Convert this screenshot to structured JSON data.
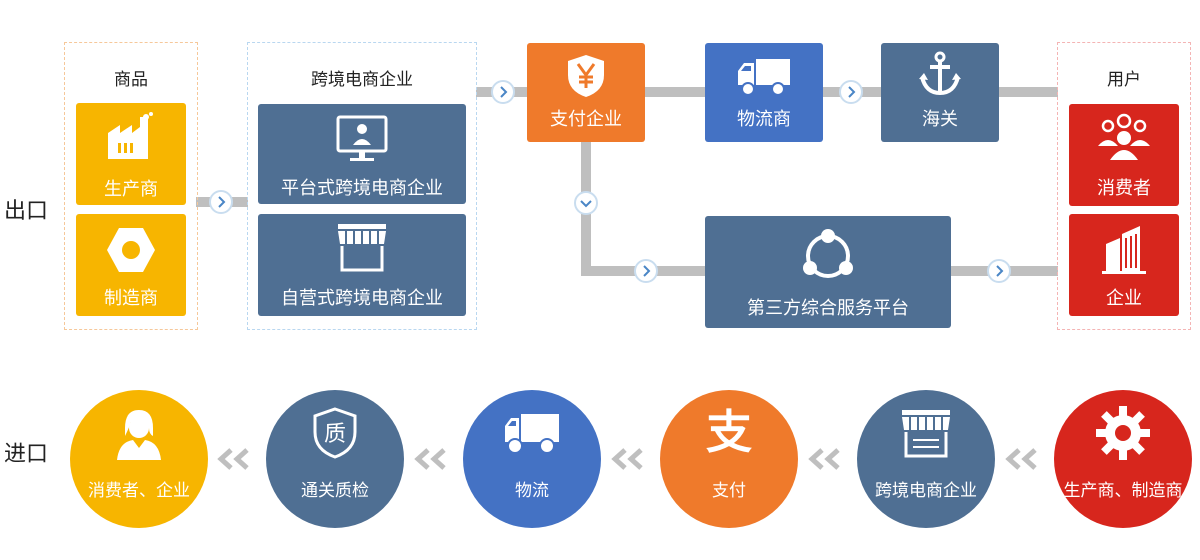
{
  "colors": {
    "yellow": "#f7b500",
    "steel": "#4f6f93",
    "orange": "#ef7a2b",
    "blue": "#4472c4",
    "red": "#d7261d",
    "connector": "#bfbfbf"
  },
  "export": {
    "label": "出口",
    "goods": {
      "title": "商品",
      "producer": {
        "label": "生产商",
        "icon": "factory-icon"
      },
      "manufacturer": {
        "label": "制造商",
        "icon": "hex-nut-icon"
      }
    },
    "ecommerce": {
      "title": "跨境电商企业",
      "platform": {
        "label": "平台式跨境电商企业",
        "icon": "monitor-user-icon"
      },
      "selfrun": {
        "label": "自营式跨境电商企业",
        "icon": "storefront-icon"
      }
    },
    "payment": {
      "label": "支付企业",
      "icon": "yen-shield-icon"
    },
    "logistics": {
      "label": "物流商",
      "icon": "truck-icon"
    },
    "customs": {
      "label": "海关",
      "icon": "anchor-icon"
    },
    "third_party": {
      "label": "第三方综合服务平台",
      "icon": "share-network-icon"
    },
    "users": {
      "title": "用户",
      "consumer": {
        "label": "消费者",
        "icon": "people-group-icon"
      },
      "enterprise": {
        "label": "企业",
        "icon": "buildings-icon"
      }
    }
  },
  "import": {
    "label": "进口",
    "steps": [
      {
        "label": "消费者、企业",
        "icon": "person-icon"
      },
      {
        "label": "通关质检",
        "icon": "quality-shield-icon",
        "glyph": "质"
      },
      {
        "label": "物流",
        "icon": "truck-icon"
      },
      {
        "label": "支付",
        "icon": "alipay-icon",
        "glyph": "支"
      },
      {
        "label": "跨境电商企业",
        "icon": "storefront-icon"
      },
      {
        "label": "生产商、制造商",
        "icon": "gear-icon"
      }
    ]
  }
}
